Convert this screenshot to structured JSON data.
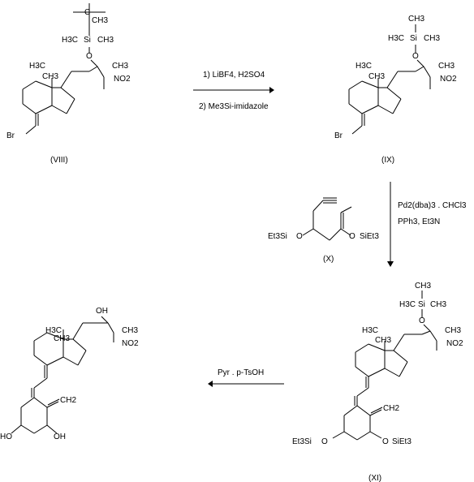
{
  "compounds": {
    "viii": {
      "caption": "(VIII)",
      "tbu_c": "C",
      "tbu_ch3": "CH3",
      "si_left": "H3C",
      "si": "Si",
      "si_right": "CH3",
      "o": "O",
      "ch3_left": "H3C",
      "ch3_right": "CH3",
      "ch3_mid": "CH3",
      "no2": "NO2",
      "br": "Br"
    },
    "ix": {
      "caption": "(IX)",
      "si_top": "CH3",
      "si_left": "H3C",
      "si": "Si",
      "si_right": "CH3",
      "o": "O",
      "ch3_left": "H3C",
      "ch3_right": "CH3",
      "ch3_mid": "CH3",
      "no2": "NO2",
      "br": "Br"
    },
    "x": {
      "caption": "(X)",
      "left_group": "Et3Si",
      "left_o": "O",
      "right_o": "O",
      "right_group": "SiEt3"
    },
    "xi": {
      "caption": "(XI)",
      "si_top": "CH3",
      "si_left": "H3C",
      "si": "Si",
      "si_right": "CH3",
      "o": "O",
      "ch3_left": "H3C",
      "ch3_right": "CH3",
      "ch3_mid": "CH3",
      "no2": "NO2",
      "ch2": "CH2",
      "left_group": "Et3Si",
      "left_o": "O",
      "right_o": "O",
      "right_group": "SiEt3"
    },
    "product": {
      "oh": "OH",
      "ch3_left": "H3C",
      "ch3_right": "CH3",
      "ch3_mid": "CH3",
      "no2": "NO2",
      "ch2": "CH2",
      "ho": "HO",
      "oh_right": "OH"
    }
  },
  "reactions": {
    "step1": {
      "reagent_1": "1) LiBF4, H2SO4",
      "reagent_2": "2) Me3Si-imidazole"
    },
    "step2": {
      "reagent_1": "Pd2(dba)3 . CHCl3",
      "reagent_2": "PPh3, Et3N"
    },
    "step3": {
      "reagent_1": "Pyr . p-TsOH"
    }
  }
}
